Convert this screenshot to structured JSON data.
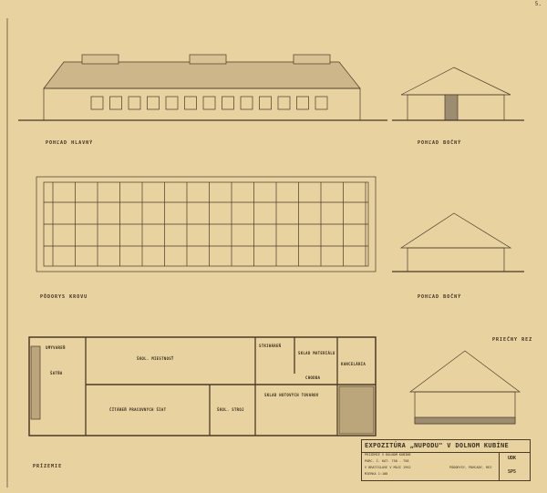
{
  "page_number": "5.",
  "views": {
    "main_elevation": "POHĽAD HLAVNÝ",
    "side_elevation_1": "POHĽAD BOČNÝ",
    "roof_plan": "PÔDORYS KROVU",
    "side_elevation_2": "POHĽAD BOČNÝ",
    "ground_floor": "PRÍZEMIE",
    "cross_section": "PRIEČNY REZ"
  },
  "rooms": {
    "r1": "ŠKOL. MIESTNOSŤ",
    "r2": "ČÍTÁREŇ PRACOVNÝCH ŠIAT",
    "r3": "ŠKOL. STROJ",
    "r4": "SKLAD HOTOVÝCH TOVAROV",
    "r5": "STRIHÁREŇ",
    "r6": "SKLAD MATERIÁLU",
    "r7": "CHODBA",
    "r8": "KANCELÁRIA",
    "r9": "UMÝVAREŇ",
    "r10": "ŠATŇA"
  },
  "title_block": {
    "title": "EXPOZITÚRA „NUPODU\" V DOLNOM KUBÍNE",
    "line1": "PRÍZEMIE V DOLNOM KUBÍNE",
    "line2": "PARC. Č. KAT. 750 - 758",
    "line3": "V BRATISLAVE V MÁJI 1952",
    "line4": "MIERKA 1:100",
    "line5": "PÔDORYSY, POHĽADY, REZ",
    "code": "UDK",
    "sheet": "SP5"
  }
}
